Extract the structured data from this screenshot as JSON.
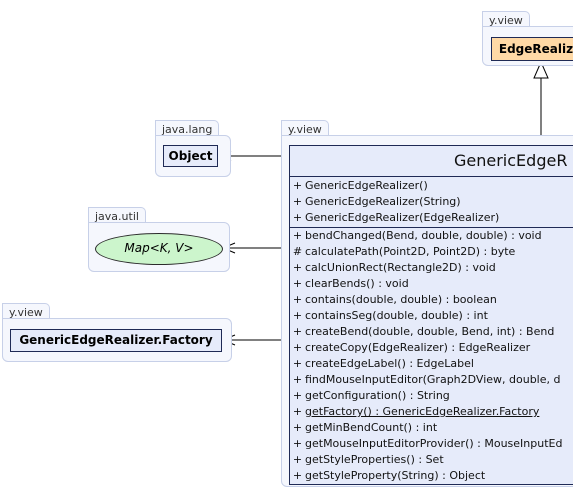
{
  "packages": {
    "top_right": "y.view",
    "java_lang": "java.lang",
    "java_util": "java.util",
    "left_view": "y.view",
    "main": "y.view"
  },
  "boxes": {
    "edge_realizer": "EdgeRealiz",
    "object": "Object",
    "map": "Map<K, V>",
    "factory": "GenericEdgeRealizer.Factory"
  },
  "class_box": {
    "title": "GenericEdgeR",
    "constructors": [
      {
        "vis": "+",
        "text": "GenericEdgeRealizer()"
      },
      {
        "vis": "+",
        "text": "GenericEdgeRealizer(String)"
      },
      {
        "vis": "+",
        "text": "GenericEdgeRealizer(EdgeRealizer)"
      }
    ],
    "methods": [
      {
        "vis": "+",
        "text": "bendChanged(Bend, double, double) : void"
      },
      {
        "vis": "#",
        "text": "calculatePath(Point2D, Point2D) : byte"
      },
      {
        "vis": "+",
        "text": "calcUnionRect(Rectangle2D) : void"
      },
      {
        "vis": "+",
        "text": "clearBends() : void"
      },
      {
        "vis": "+",
        "text": "contains(double, double) : boolean"
      },
      {
        "vis": "+",
        "text": "containsSeg(double, double) : int"
      },
      {
        "vis": "+",
        "text": "createBend(double, double, Bend, int) : Bend"
      },
      {
        "vis": "+",
        "text": "createCopy(EdgeRealizer) : EdgeRealizer"
      },
      {
        "vis": "+",
        "text": "createEdgeLabel() : EdgeLabel"
      },
      {
        "vis": "+",
        "text": "findMouseInputEditor(Graph2DView, double, d"
      },
      {
        "vis": "+",
        "text": "getConfiguration() : String"
      },
      {
        "vis": "+",
        "text": "getFactory() : GenericEdgeRealizer.Factory",
        "static": true
      },
      {
        "vis": "+",
        "text": "getMinBendCount() : int"
      },
      {
        "vis": "+",
        "text": "getMouseInputEditorProvider() : MouseInputEd"
      },
      {
        "vis": "+",
        "text": "getStyleProperties() : Set"
      },
      {
        "vis": "+",
        "text": "getStyleProperty(String) : Object"
      }
    ]
  }
}
